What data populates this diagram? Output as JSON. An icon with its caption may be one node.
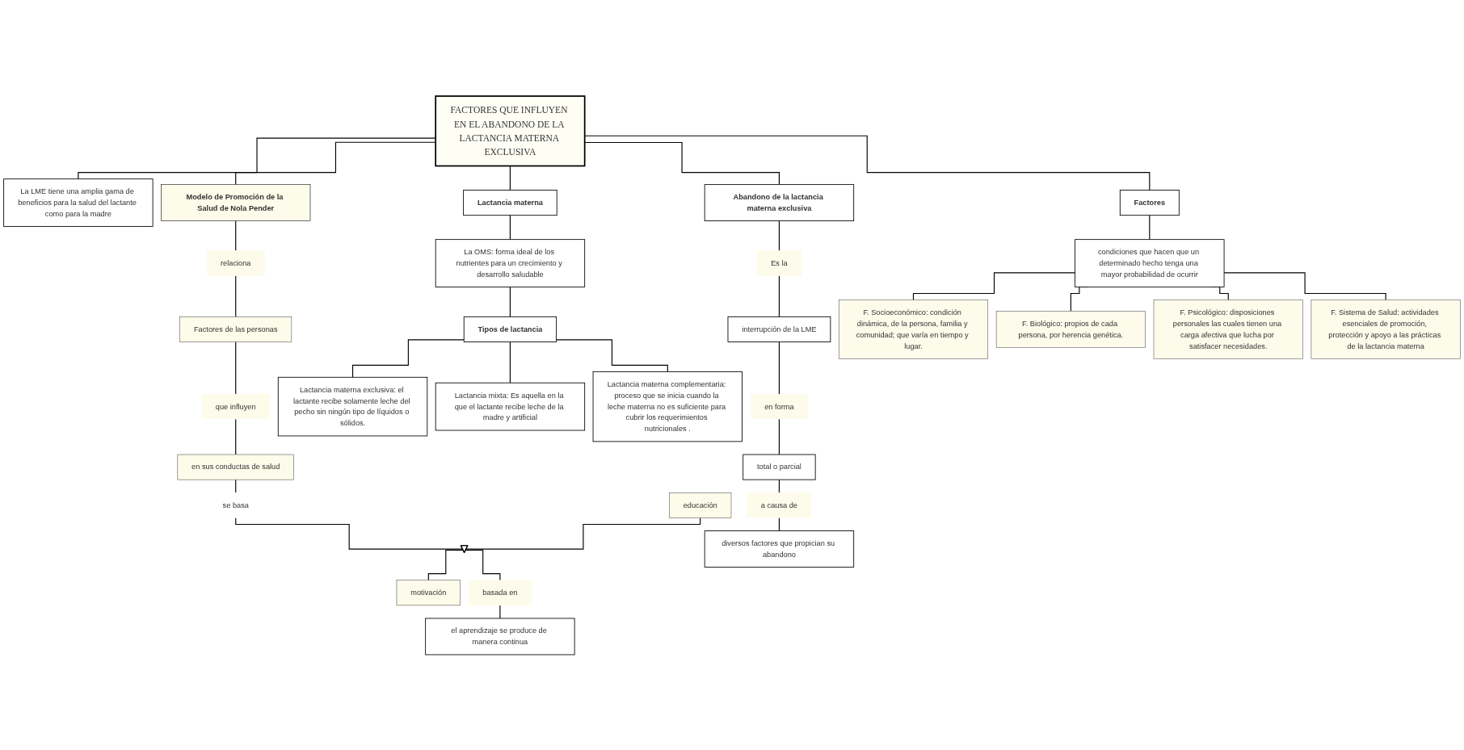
{
  "diagram": {
    "nodes": [
      {
        "text": [
          "FACTORES QUE INFLUYEN EN EL ABANDONO DE LA LACTANCIA MATERNA EXCLUSIVA"
        ]
      },
      {
        "text": [
          "La LME tiene una amplia gama de beneficios para la salud del lactante como para la madre"
        ]
      },
      {
        "text": [
          "Modelo de Promoción de la Salud de Nola Pender"
        ]
      },
      {
        "text": [
          "relaciona"
        ]
      },
      {
        "text": [
          "Factores de las personas"
        ]
      },
      {
        "text": [
          "que influyen"
        ]
      },
      {
        "text": [
          "en sus conductas de salud"
        ]
      },
      {
        "text": [
          "se basa"
        ]
      },
      {
        "text": [
          "educación"
        ]
      },
      {
        "text": [],
        "shape": "triangle"
      },
      {
        "text": [
          "motivación"
        ]
      },
      {
        "text": [
          "basada en"
        ]
      },
      {
        "text": [
          "el aprendizaje se produce de manera continua"
        ]
      },
      {
        "text": [
          "Lactancia materna"
        ]
      },
      {
        "text": [
          "La OMS: forma ideal de los nutrientes para un crecimiento y desarrollo saludable"
        ]
      },
      {
        "text": [
          "Tipos de lactancia"
        ]
      },
      {
        "text": [
          "Lactancia materna exclusiva: el lactante recibe solamente leche del pecho sin ningún tipo de líquidos o sólidos."
        ]
      },
      {
        "text": [
          "Lactancia mixta: Es aquella en la que el lactante recibe leche de la madre y artificial"
        ]
      },
      {
        "text": [
          "Lactancia materna complementaria: proceso que se inicia cuando la leche materna no es suficiente para cubrir los requerimientos nutricionales ."
        ]
      },
      {
        "text": [
          "Abandono de la lactancia materna exclusiva"
        ]
      },
      {
        "text": [
          "Es la"
        ]
      },
      {
        "text": [
          "interrupción de la LME"
        ]
      },
      {
        "text": [
          "en forma"
        ]
      },
      {
        "text": [
          "total o parcial"
        ]
      },
      {
        "text": [
          "a causa de"
        ]
      },
      {
        "text": [
          "diversos factores que propician su abandono"
        ]
      },
      {
        "text": [
          "Factores"
        ]
      },
      {
        "text": [
          "condiciones que hacen que un determinado hecho tenga una mayor probabilidad de ocurrir"
        ]
      },
      {
        "text": [
          "F. Socioeconómico: condición dinámica, de la persona, familia y comunidad; que varía en tiempo y lugar."
        ]
      },
      {
        "text": [
          "F. Biológico: propios de cada persona, por herencia genética."
        ]
      },
      {
        "text": [
          "F. Psicológico: disposiciones personales las cuales tienen una carga afectiva que lucha por satisfacer necesidades."
        ]
      },
      {
        "text": [
          "F. Sistema de Salud: actividades esenciales de promoción, protección y apoyo a las prácticas de la lactancia materna"
        ]
      }
    ],
    "edges": [
      {
        "from": 0,
        "to": 1,
        "arrow": "none"
      },
      {
        "from": 0,
        "to": 2,
        "arrow": "none"
      },
      {
        "from": 0,
        "to": 13,
        "arrow": "none"
      },
      {
        "from": 0,
        "to": 19,
        "arrow": "none"
      },
      {
        "from": 0,
        "to": 26,
        "arrow": "none"
      },
      {
        "from": 2,
        "to": 3,
        "arrow": "none"
      },
      {
        "from": 3,
        "to": 4,
        "arrow": "none"
      },
      {
        "from": 4,
        "to": 5,
        "arrow": "none"
      },
      {
        "from": 5,
        "to": 6,
        "arrow": "none"
      },
      {
        "from": 6,
        "to": 7,
        "arrow": "none"
      },
      {
        "from": 7,
        "to": 9,
        "arrow": "none"
      },
      {
        "from": 8,
        "to": 9,
        "arrow": "none"
      },
      {
        "from": 9,
        "to": 10,
        "arrow": "none"
      },
      {
        "from": 9,
        "to": 11,
        "arrow": "none"
      },
      {
        "from": 11,
        "to": 12,
        "arrow": "none"
      },
      {
        "from": 13,
        "to": 14,
        "arrow": "none"
      },
      {
        "from": 14,
        "to": 15,
        "arrow": "none"
      },
      {
        "from": 15,
        "to": 16,
        "arrow": "none"
      },
      {
        "from": 15,
        "to": 17,
        "arrow": "none"
      },
      {
        "from": 15,
        "to": 18,
        "arrow": "none"
      },
      {
        "from": 19,
        "to": 20,
        "arrow": "none"
      },
      {
        "from": 20,
        "to": 21,
        "arrow": "none"
      },
      {
        "from": 21,
        "to": 22,
        "arrow": "none"
      },
      {
        "from": 22,
        "to": 23,
        "arrow": "none"
      },
      {
        "from": 23,
        "to": 24,
        "arrow": "none"
      },
      {
        "from": 24,
        "to": 25,
        "arrow": "none"
      },
      {
        "from": 26,
        "to": 27,
        "arrow": "none"
      },
      {
        "from": 27,
        "to": 28,
        "arrow": "none"
      },
      {
        "from": 27,
        "to": 29,
        "arrow": "none"
      },
      {
        "from": 27,
        "to": 30,
        "arrow": "none"
      },
      {
        "from": 27,
        "to": 31,
        "arrow": "none"
      }
    ]
  }
}
